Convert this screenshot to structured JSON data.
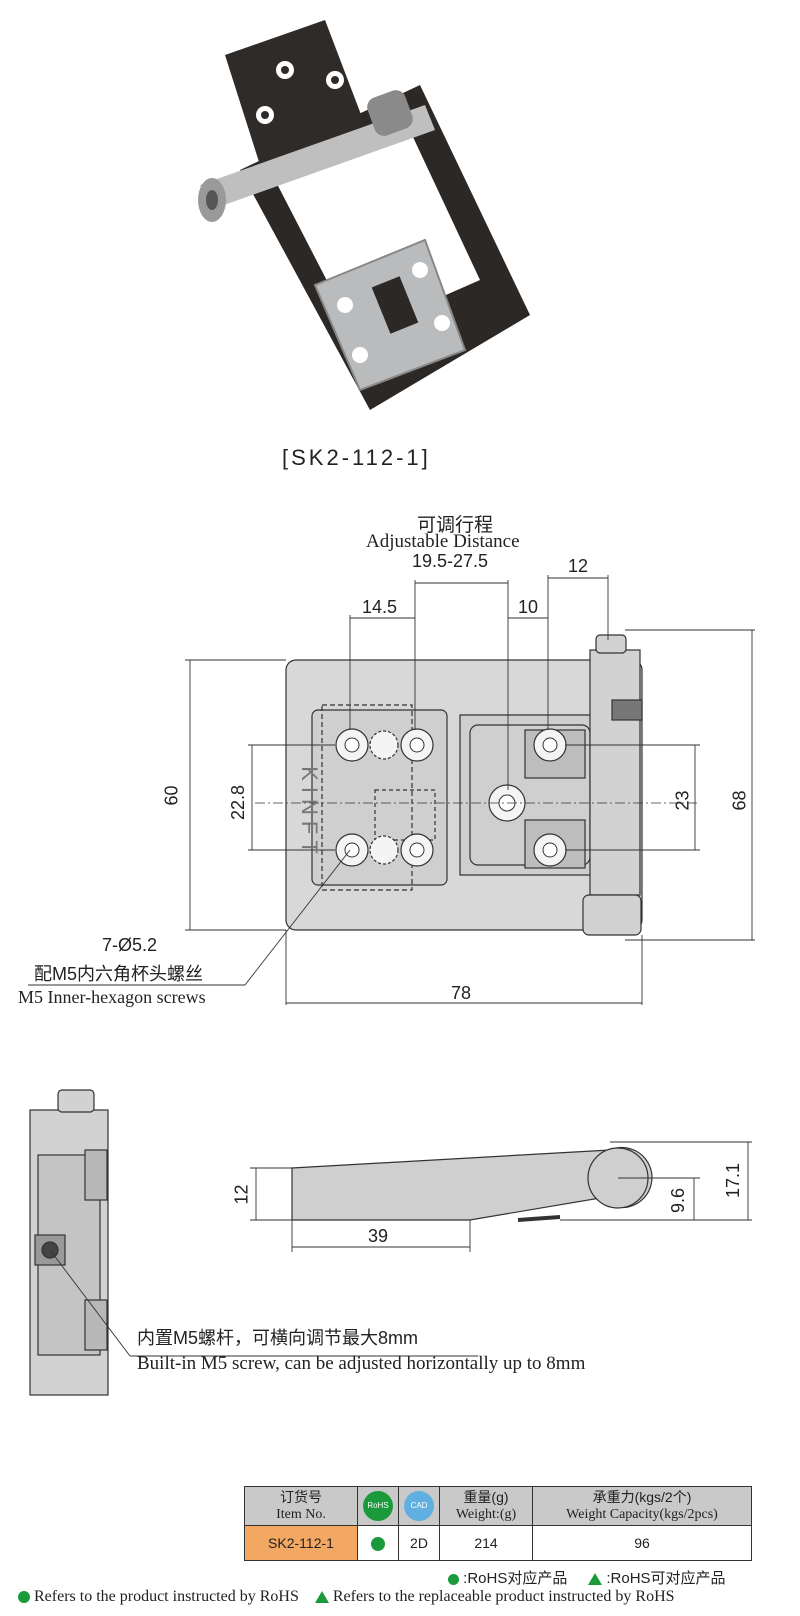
{
  "product": {
    "code_label": "[SK2-112-1]"
  },
  "top_view": {
    "adjustable_cn": "可调行程",
    "adjustable_en": "Adjustable Distance",
    "adjustable_range": "19.5-27.5",
    "dim_14_5": "14.5",
    "dim_10": "10",
    "dim_12": "12",
    "dim_60": "60",
    "dim_22_8": "22.8",
    "dim_23": "23",
    "dim_68": "68",
    "dim_78": "78",
    "hole_spec": "7-Ø5.2",
    "screw_cn": "配M5内六角杯头螺丝",
    "screw_en": "M5 Inner-hexagon screws",
    "brand_mark": "KINFT"
  },
  "side_view": {
    "dim_12": "12",
    "dim_39": "39",
    "dim_9_6": "9.6",
    "dim_17_1": "17.1",
    "note_cn": "内置M5螺杆，可横向调节最大8mm",
    "note_en": "Built-in M5 screw, can be adjusted horizontally up to 8mm"
  },
  "table": {
    "headers": {
      "item_cn": "订货号",
      "item_en": "Item No.",
      "rohs_badge": "RoHS",
      "cad_badge": "CAD",
      "weight_cn": "重量(g)",
      "weight_en": "Weight:(g)",
      "capacity_cn": "承重力(kgs/2个)",
      "capacity_en": "Weight Capacity(kgs/2pcs)"
    },
    "row": {
      "item": "SK2-112-1",
      "cad": "2D",
      "weight": "214",
      "capacity": "96"
    },
    "colors": {
      "item_cell": "#f2a863",
      "header": "#c9c9c9",
      "rohs_green": "#1a9a3a",
      "cad_blue": "#5fb0e0"
    }
  },
  "legend": {
    "rohs_cn": ":RoHS对应产品",
    "replaceable_cn": ":RoHS可对应产品",
    "rohs_en": "Refers to the product instructed by RoHS",
    "replaceable_en": "Refers to the replaceable product instructed by RoHS"
  }
}
